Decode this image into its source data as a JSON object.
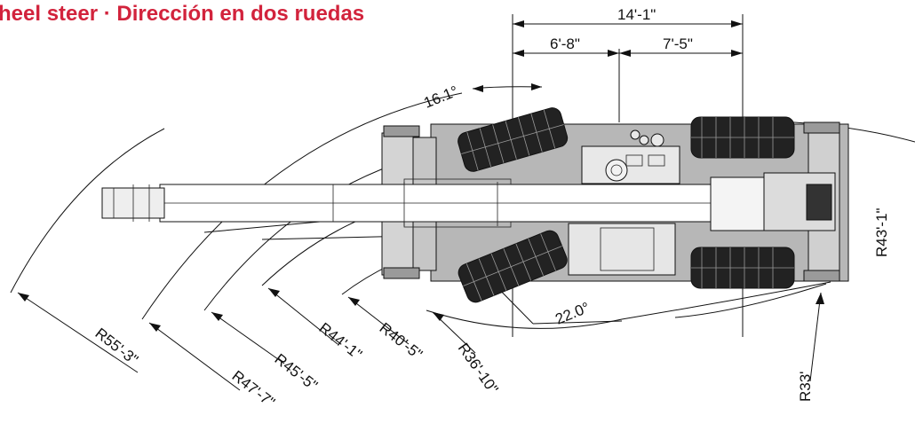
{
  "title": "heel steer · Dirección en dos ruedas",
  "colors": {
    "title": "#d2233c",
    "line": "#111111",
    "chassis": "#b7b7b7",
    "boom": "#ffffff",
    "tire": "#222222",
    "tire_tread": "#9a9a9a"
  },
  "dimensions": {
    "overall": "14'-1\"",
    "front": "6'-8\"",
    "rear": "7'-5\""
  },
  "angles": {
    "upper": "16.1°",
    "lower": "22.0°"
  },
  "radii": {
    "r1": "R55'-3\"",
    "r2": "R47'-7\"",
    "r3": "R45'-5\"",
    "r4": "R44'-1\"",
    "r5": "R40'-5\"",
    "r6": "R36'-10\"",
    "r7": "R33'",
    "r8": "R43'-1\""
  }
}
